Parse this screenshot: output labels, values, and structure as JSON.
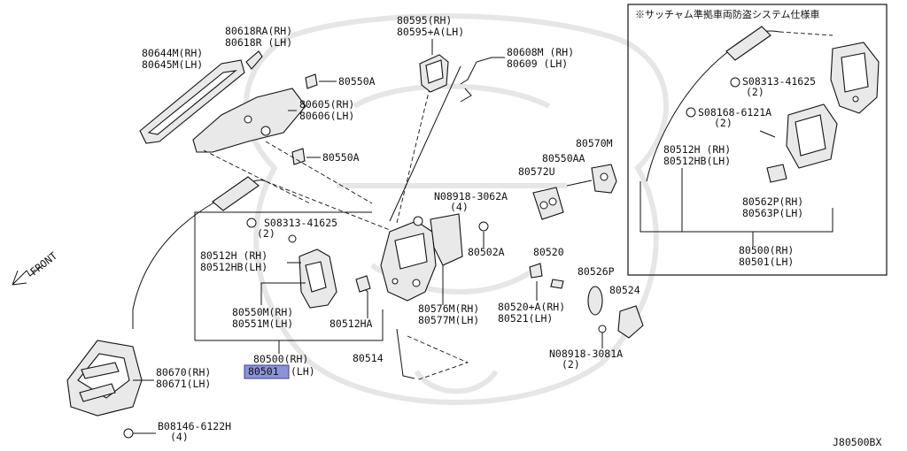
{
  "diagram_code": "J80500BX",
  "inset_title": "※サッチャム準拠車両防盗システム仕様車",
  "front_label": "FRONT",
  "highlight": "80501",
  "labels": {
    "p80618": [
      "80618RA(RH)",
      "80618R (LH)"
    ],
    "p80644": [
      "80644M(RH)",
      "80645M(LH)"
    ],
    "p80550a_top": "80550A",
    "p80605": [
      "80605(RH)",
      "80606(LH)"
    ],
    "p80550a_mid": "80550A",
    "p80595": [
      "80595(RH)",
      "80595+A(LH)"
    ],
    "p80608": [
      "80608M (RH)",
      "80609 (LH)"
    ],
    "p08918_3062": [
      "N08918-3062A",
      "(4)"
    ],
    "p80550aa": "80550AA",
    "p80570m": "80570M",
    "p80572u": "80572U",
    "p08313_left": [
      "S08313-41625",
      "(2)"
    ],
    "p80512h_left": [
      "80512H (RH)",
      "80512HB(LH)"
    ],
    "p80502a": "80502A",
    "p80520": "80520",
    "p80526p": "80526P",
    "p80524": "80524",
    "p80550m": [
      "80550M(RH)",
      "80551M(LH)"
    ],
    "p80512ha": "80512HA",
    "p80576m": [
      "80576M(RH)",
      "80577M(LH)"
    ],
    "p80520a": [
      "80520+A(RH)",
      "80521(LH)"
    ],
    "p80500": [
      "80500(RH)",
      "(LH)"
    ],
    "p80514": "80514",
    "p08918_3081": [
      "N08918-3081A",
      "(2)"
    ],
    "p80670": [
      "80670(RH)",
      "80671(LH)"
    ],
    "p08146": [
      "B08146-6122H",
      "(4)"
    ],
    "p08313_inset": [
      "S08313-41625",
      "(2)"
    ],
    "p08168": [
      "S08168-6121A",
      "(2)"
    ],
    "p80512h_inset": [
      "80512H (RH)",
      "80512HB(LH)"
    ],
    "p80562p": [
      "80562P(RH)",
      "80563P(LH)"
    ],
    "p80500_inset": [
      "80500(RH)",
      "80501(LH)"
    ]
  }
}
